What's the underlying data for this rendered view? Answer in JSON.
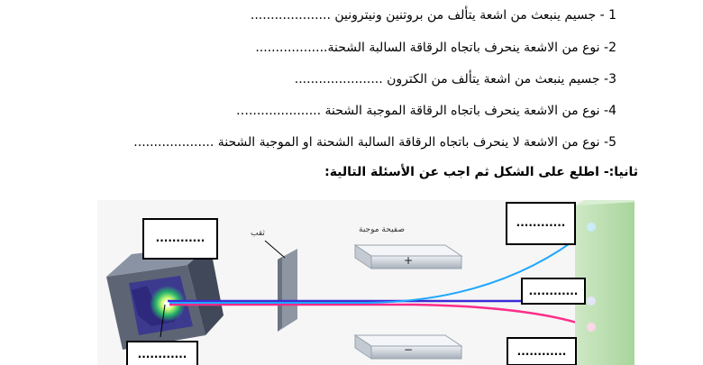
{
  "questions": [
    "1 - جسيم ينبعث من اشعة يتألف من بروتنين ونيترونين ....................",
    "2- نوع من الاشعة ينحرف باتجاه الرقاقة السالبة الشحنة..................",
    "3- جسيم ينبعث من اشعة يتألف من الكترون ......................",
    "4- نوع من الاشعة ينحرف باتجاه الرقاقة الموجبة الشحنة ..................…",
    "5- نوع من الاشعة لا ينحرف باتجاه الرقاقة السالبة الشحنة او الموجبة الشحنة ...................."
  ],
  "section_heading": "ثانيا:- اطلع على الشكل  ثم اجب عن الأسئلة التالية:",
  "figure": {
    "blank_boxes": [
      "............",
      "............",
      "............",
      "............",
      "............"
    ],
    "hole_label": "ثقب",
    "positive_plate_label": "صفيحة موجبة",
    "positive_sign": "+",
    "negative_sign": "−",
    "colors": {
      "alpha_beam": "#ff2d8a",
      "beta_beam": "#1ea7ff",
      "gamma_beam": "#3b2bd6",
      "screen": "#b9e1b0"
    }
  }
}
